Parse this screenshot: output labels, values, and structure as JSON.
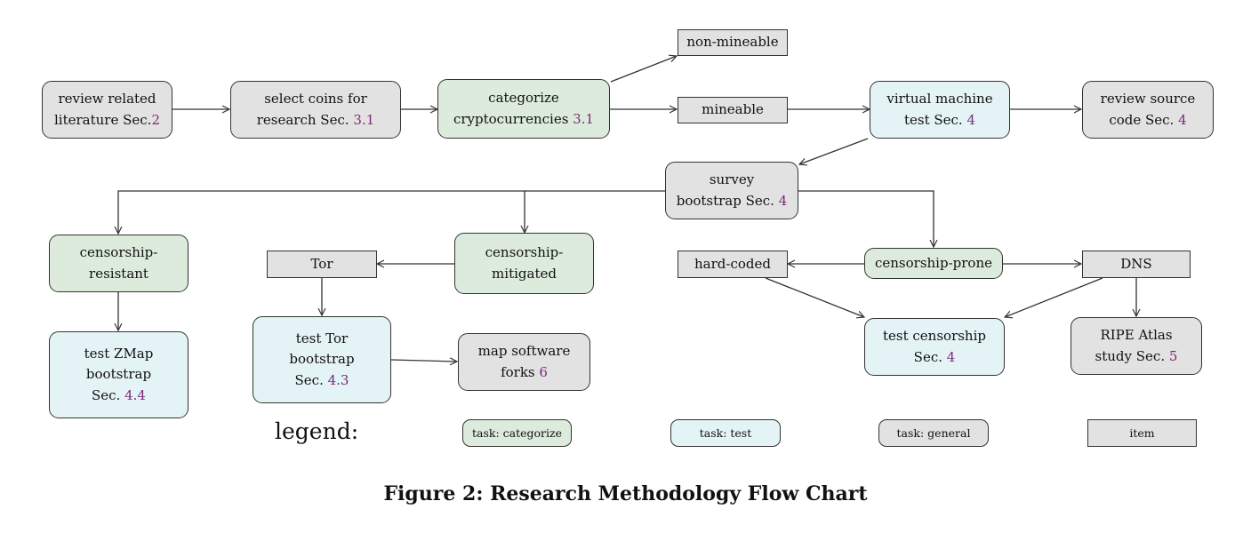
{
  "nodes": {
    "review_literature": {
      "line1": "review related",
      "line2": "literature Sec.",
      "ref": "2"
    },
    "select_coins": {
      "line1": "select coins for",
      "line2": "research Sec.",
      "ref": "3.1"
    },
    "categorize_crypto": {
      "line1": "categorize",
      "line2": "cryptocurrencies",
      "ref": "3.1"
    },
    "non_mineable": {
      "text": "non-mineable"
    },
    "mineable": {
      "text": "mineable"
    },
    "vm_test": {
      "line1": "virtual machine",
      "line2": "test Sec.",
      "ref": "4"
    },
    "review_source": {
      "line1": "review source",
      "line2": "code Sec.",
      "ref": "4"
    },
    "survey_bootstrap": {
      "line1": "survey",
      "line2": "bootstrap Sec.",
      "ref": "4"
    },
    "censorship_resistant": {
      "line1": "censorship-",
      "line2": "resistant"
    },
    "censorship_mitigated": {
      "line1": "censorship-",
      "line2": "mitigated"
    },
    "tor": {
      "text": "Tor"
    },
    "hard_coded": {
      "text": "hard-coded"
    },
    "censorship_prone": {
      "text": "censorship-prone"
    },
    "dns": {
      "text": "DNS"
    },
    "test_zmap": {
      "line1": "test ZMap",
      "line2": "bootstrap",
      "line3": "Sec.",
      "ref": "4.4"
    },
    "test_tor": {
      "line1": "test Tor",
      "line2": "bootstrap",
      "line3": "Sec.",
      "ref": "4.3"
    },
    "map_forks": {
      "line1": "map software",
      "line2": "forks",
      "ref": "6"
    },
    "test_censorship": {
      "line1": "test censorship",
      "line2": "Sec.",
      "ref": "4"
    },
    "ripe_atlas": {
      "line1": "RIPE Atlas",
      "line2": "study Sec.",
      "ref": "5"
    }
  },
  "legend": {
    "title": "legend:",
    "categorize": "task: categorize",
    "test": "task: test",
    "general": "task: general",
    "item": "item"
  },
  "caption": "Figure 2: Research Methodology Flow Chart",
  "colors": {
    "general_fill": "#e2e2e2",
    "categorize_fill": "#dcebdc",
    "test_fill": "#e4f3f5",
    "item_fill": "#e2e2e2",
    "reference_text": "#7a2a7a",
    "stroke": "#333333"
  }
}
